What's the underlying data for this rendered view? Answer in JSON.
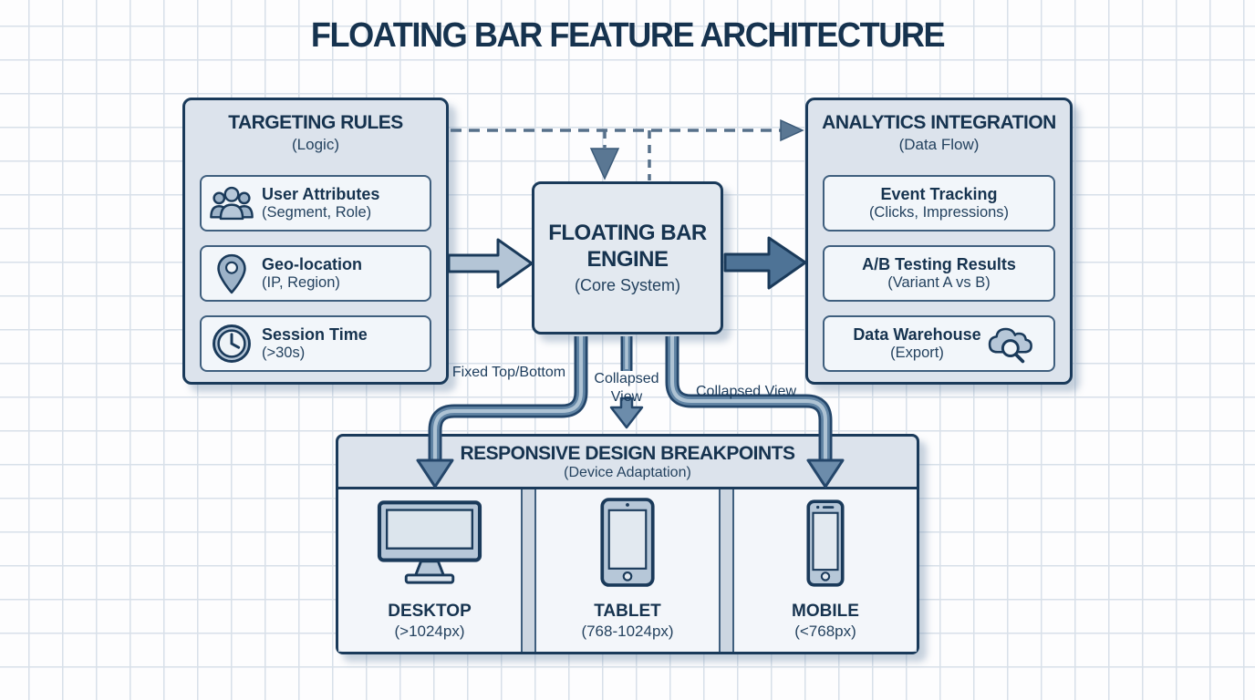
{
  "title": "FLOATING BAR FEATURE ARCHITECTURE",
  "colors": {
    "navy_border": "#1a3a5a",
    "text_navy": "#16334f",
    "box_fill": "#dce3ec",
    "subbox_fill": "#f2f6fa",
    "steel_dark": "#4e7396",
    "steel_light": "#b4c5d6",
    "icon_fill": "#9db3c8",
    "grid_line": "#d8e0e9"
  },
  "targeting": {
    "title": "TARGETING RULES",
    "subtitle": "(Logic)",
    "items": [
      {
        "icon": "users-icon",
        "title": "User Attributes",
        "subtitle": "(Segment, Role)"
      },
      {
        "icon": "location-pin-icon",
        "title": "Geo-location",
        "subtitle": "(IP, Region)"
      },
      {
        "icon": "clock-icon",
        "title": "Session Time",
        "subtitle": "(>30s)"
      }
    ]
  },
  "engine": {
    "title_line1": "FLOATING BAR",
    "title_line2": "ENGINE",
    "subtitle": "(Core System)"
  },
  "analytics": {
    "title": "ANALYTICS INTEGRATION",
    "subtitle": "(Data Flow)",
    "items": [
      {
        "title": "Event Tracking",
        "subtitle": "(Clicks, Impressions)"
      },
      {
        "title": "A/B Testing Results",
        "subtitle": "(Variant A vs B)"
      },
      {
        "title": "Data Warehouse",
        "subtitle": "(Export)",
        "icon": "cloud-search-icon"
      }
    ]
  },
  "breakpoints": {
    "title": "RESPONSIVE DESIGN BREAKPOINTS",
    "subtitle": "(Device Adaptation)",
    "devices": [
      {
        "icon": "desktop-icon",
        "label": "DESKTOP",
        "range": "(>1024px)"
      },
      {
        "icon": "tablet-icon",
        "label": "TABLET",
        "range": "(768-1024px)"
      },
      {
        "icon": "mobile-icon",
        "label": "MOBILE",
        "range": "(<768px)"
      }
    ]
  },
  "connector_labels": {
    "fixed": "Fixed Top/Bottom",
    "collapsed_mid": "Collapsed View",
    "collapsed_right": "Collapsed View"
  }
}
